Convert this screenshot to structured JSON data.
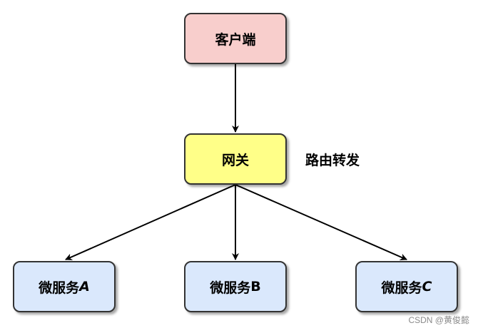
{
  "nodes": {
    "client": {
      "label": "客户端"
    },
    "gateway": {
      "label": "网关"
    },
    "service_a": {
      "name": "微服务",
      "letter": "A"
    },
    "service_b": {
      "name": "微服务",
      "letter": "B"
    },
    "service_c": {
      "name": "微服务",
      "letter": "C"
    }
  },
  "edges": {
    "gateway_label": "路由转发"
  },
  "watermark": "CSDN @黄俊懿",
  "colors": {
    "client_fill": "#f8cecc",
    "gateway_fill": "#ffff88",
    "service_fill": "#dae8fc",
    "stroke": "#333333"
  }
}
